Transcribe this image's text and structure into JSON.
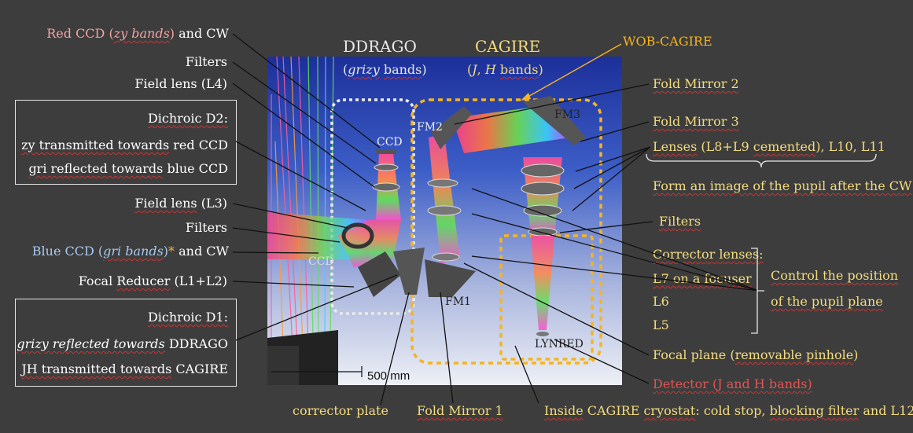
{
  "left": {
    "red_ccd": {
      "pre": "Red CCD (",
      "bands": "zy bands",
      "post": ") and CW"
    },
    "filters_top": "Filters",
    "field_lens_l4": {
      "a": "Field lens",
      "b": " (L4)"
    },
    "dichroic_d2": {
      "title": "Dichroic D2:",
      "line1_a": "zy transmitted towards",
      "line1_b": " red CCD",
      "line2_a": "gri reflected towards",
      "line2_b": " blue CCD"
    },
    "field_lens_l3": {
      "a": "Field lens",
      "b": " (L3)"
    },
    "filters_mid": "Filters",
    "blue_ccd": {
      "pre": "Blue CCD (",
      "bands": "gri bands",
      "post": ")",
      "star": "*",
      "post2": " and CW"
    },
    "focal_reducer": {
      "a": "Focal ",
      "b": "Reducer",
      "c": " (L1+L2)"
    },
    "dichroic_d1": {
      "title": "Dichroic D1:",
      "line1_a": "grizy reflected towards",
      "line1_b": " DDRAGO",
      "line2_a": "JH transmitted towards",
      "line2_b": " CAGIRE"
    }
  },
  "center": {
    "ddrago_title": "DDRAGO",
    "ddrago_sub": "(grizy bands)",
    "cagire_title": "CAGIRE",
    "cagire_sub": "(J, H bands)",
    "wob": "WOB-CAGIRE",
    "ccd_top": "CCD",
    "ccd_bottom": "CCD",
    "fm1": "FM1",
    "fm2": "FM2",
    "fm3": "FM3",
    "lynred": "LYNRED",
    "scale": "500 mm"
  },
  "right": {
    "fold_mirror_2": "Fold Mirror 2",
    "fold_mirror_3": "Fold Mirror 3",
    "lenses": {
      "a": "Lenses",
      "b": " (L8+L9 ",
      "c": "cemented",
      "d": "), L10, L11"
    },
    "form_image": "Form an image of the pupil after the CW",
    "filters": "Filters",
    "corrector_lenses": "Corrector lenses:",
    "l7": "L7 on a focuser",
    "l6": "L6",
    "l5": "L5",
    "control1": "Control the position",
    "control2": "of the pupil plane",
    "focal_plane": {
      "a": "Focal plane (",
      "b": "removable pinhole",
      "c": ")"
    },
    "detector": "Detector (J and H bands)"
  },
  "bottom": {
    "corrector_plate": "corrector plate",
    "fold_mirror_1": "Fold Mirror 1",
    "inside": {
      "a": "Inside",
      "b": " CAGIRE ",
      "c": "cryostat",
      "d": ": cold stop, ",
      "e": "blocking filter",
      "f": " and L12"
    }
  },
  "colors": {
    "background": "#3d3d3d",
    "label": "#ffffff",
    "red_label": "#f4a3a3",
    "blue_label": "#a9c9ee",
    "yellow_label": "#f4dc7e",
    "detector_label": "#e35353",
    "cagire_outline": "#f6b51e",
    "ddrago_outline": "#e8e8e8"
  }
}
